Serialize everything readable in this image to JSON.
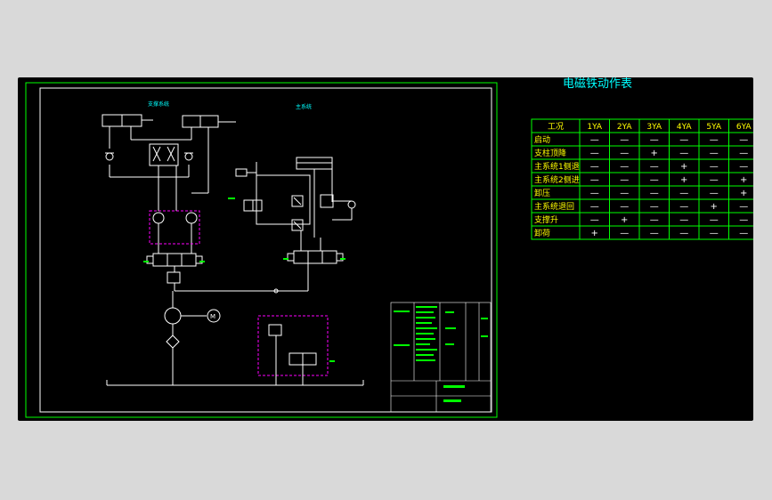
{
  "drawing": {
    "section_labels": {
      "support_system": "支撑系统",
      "main_system": "主系统"
    }
  },
  "solenoid_table": {
    "title": "电磁铁动作表",
    "headers": [
      "工况",
      "1YA",
      "2YA",
      "3YA",
      "4YA",
      "5YA",
      "6YA"
    ],
    "rows": [
      {
        "condition": "启动",
        "states": [
          "—",
          "—",
          "—",
          "—",
          "—",
          "—"
        ]
      },
      {
        "condition": "支柱顶降",
        "states": [
          "—",
          "—",
          "+",
          "—",
          "—",
          "—"
        ]
      },
      {
        "condition": "主系统1侧退",
        "states": [
          "—",
          "—",
          "—",
          "+",
          "—",
          "—"
        ]
      },
      {
        "condition": "主系统2侧进",
        "states": [
          "—",
          "—",
          "—",
          "+",
          "—",
          "+"
        ]
      },
      {
        "condition": "卸压",
        "states": [
          "—",
          "—",
          "—",
          "—",
          "—",
          "+"
        ]
      },
      {
        "condition": "主系统退回",
        "states": [
          "—",
          "—",
          "—",
          "—",
          "+",
          "—"
        ]
      },
      {
        "condition": "支撑升",
        "states": [
          "—",
          "+",
          "—",
          "—",
          "—",
          "—"
        ]
      },
      {
        "condition": "卸荷",
        "states": [
          "+",
          "—",
          "—",
          "—",
          "—",
          "—"
        ]
      }
    ]
  },
  "colors": {
    "background": "#000000",
    "frame": "#00ff00",
    "line": "#ffffff",
    "dashed_group": "#ff00ff",
    "table_grid": "#00ff00",
    "table_text": "#ffff00",
    "title": "#00ffff",
    "section_label": "#00ffff",
    "outer_bg": "#d9d9d9"
  }
}
